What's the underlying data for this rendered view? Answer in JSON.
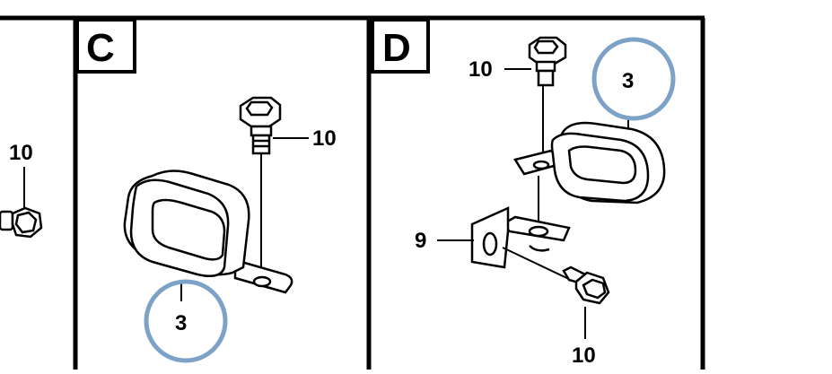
{
  "panels": [
    {
      "letter": "",
      "callouts": [
        {
          "text": "10"
        }
      ]
    },
    {
      "letter": "C",
      "callouts": [
        {
          "text": "10"
        },
        {
          "text": "3"
        }
      ]
    },
    {
      "letter": "D",
      "callouts": [
        {
          "text": "10"
        },
        {
          "text": "3"
        },
        {
          "text": "9"
        },
        {
          "text": "10"
        }
      ]
    }
  ],
  "colors": {
    "line": "#000000",
    "highlight_circle": "#7da2c8",
    "background": "#ffffff"
  }
}
